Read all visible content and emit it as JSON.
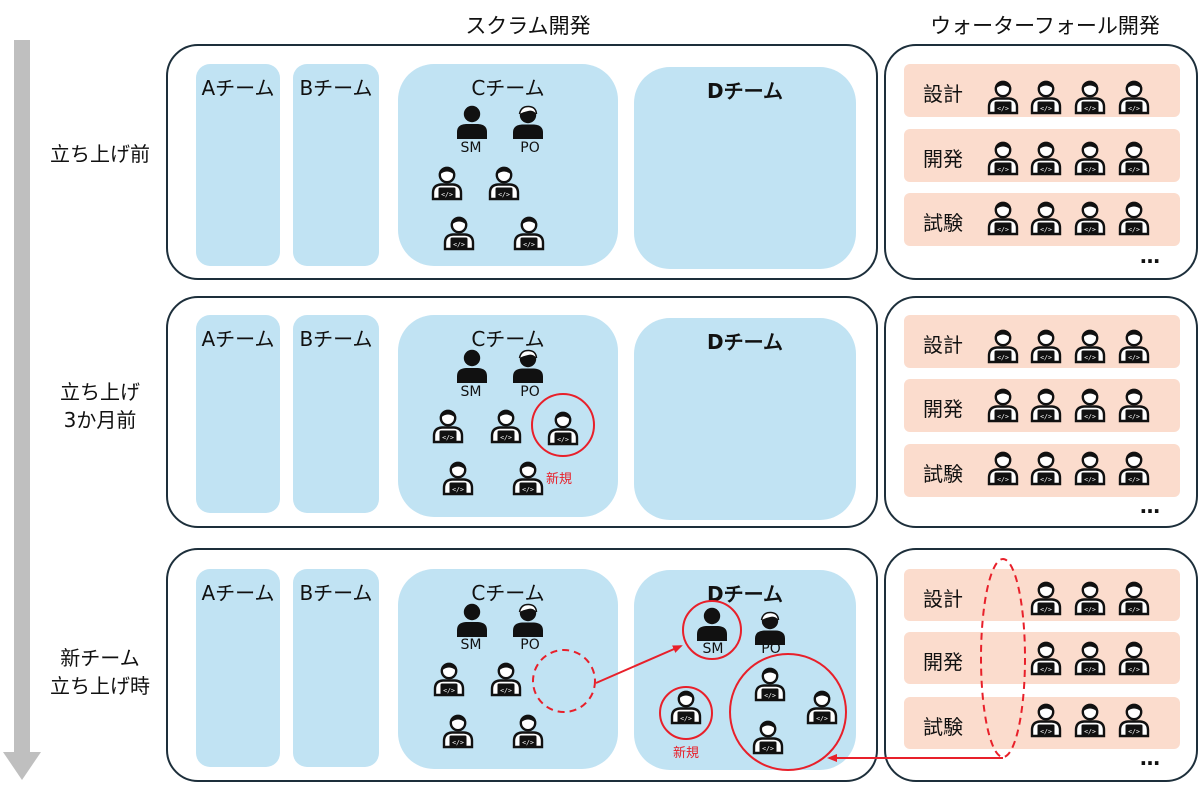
{
  "headings": {
    "scrum": "スクラム開発",
    "waterfall": "ウォーターフォール開発"
  },
  "stages": [
    "立ち上げ前",
    "立ち上げ\n3か月前",
    "新チーム\n立ち上げ時"
  ],
  "teams": {
    "a": "Aチーム",
    "b": "Bチーム",
    "c": "Cチーム",
    "d": "Dチーム"
  },
  "roles": {
    "sm": "SM",
    "po": "PO"
  },
  "new_label": "新規",
  "waterfall_rows": [
    "設計",
    "開発",
    "試験"
  ],
  "ellipsis": "…",
  "colors": {
    "frame": "#1d2f3b",
    "team": "#c1e3f3",
    "waterfall_row": "#fbdccd",
    "highlight": "#e8202a",
    "timeline_arrow": "#bfbfbf"
  },
  "icons": [
    "timeline-down-arrow-icon",
    "person-icon",
    "person-with-hair-icon",
    "developer-laptop-icon"
  ]
}
